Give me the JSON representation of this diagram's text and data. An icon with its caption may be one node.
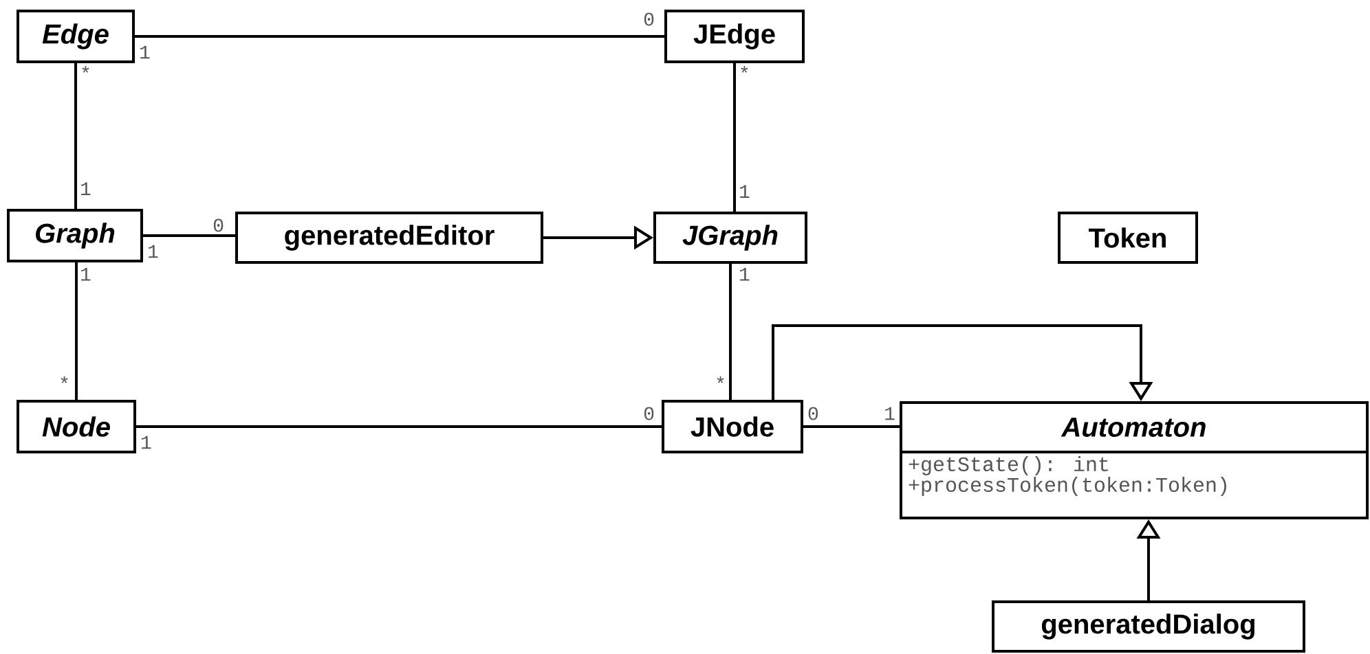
{
  "diagram": {
    "nodes": [
      {
        "text": [
          "Edge"
        ]
      },
      {
        "text": [
          "JEdge"
        ]
      },
      {
        "text": [
          "Graph"
        ]
      },
      {
        "text": [
          "generatedEditor"
        ]
      },
      {
        "text": [
          "JGraph"
        ]
      },
      {
        "text": [
          "Token"
        ]
      },
      {
        "text": [
          "Node"
        ]
      },
      {
        "text": [
          "JNode"
        ]
      },
      {
        "text": [
          "Automaton",
          "+getState(): int",
          "+processToken(token:Token)"
        ]
      },
      {
        "text": [
          "generatedDialog"
        ]
      }
    ],
    "edges": [
      {
        "from": 0,
        "to": 1,
        "arrow": "none"
      },
      {
        "from": 0,
        "to": 2,
        "arrow": "none"
      },
      {
        "from": 1,
        "to": 4,
        "arrow": "none"
      },
      {
        "from": 2,
        "to": 3,
        "arrow": "none"
      },
      {
        "from": 3,
        "to": 4,
        "arrow": "to"
      },
      {
        "from": 2,
        "to": 6,
        "arrow": "none"
      },
      {
        "from": 4,
        "to": 7,
        "arrow": "none"
      },
      {
        "from": 6,
        "to": 7,
        "arrow": "none"
      },
      {
        "from": 7,
        "to": 8,
        "arrow": "to"
      },
      {
        "from": 7,
        "to": 8,
        "arrow": "none"
      },
      {
        "from": 9,
        "to": 8,
        "arrow": "to"
      }
    ],
    "labels": [
      "0",
      "1",
      "*",
      "1",
      "*",
      "0",
      "1",
      "1",
      "1",
      "1",
      "*",
      "*",
      "0",
      "1",
      "0",
      "1"
    ]
  }
}
